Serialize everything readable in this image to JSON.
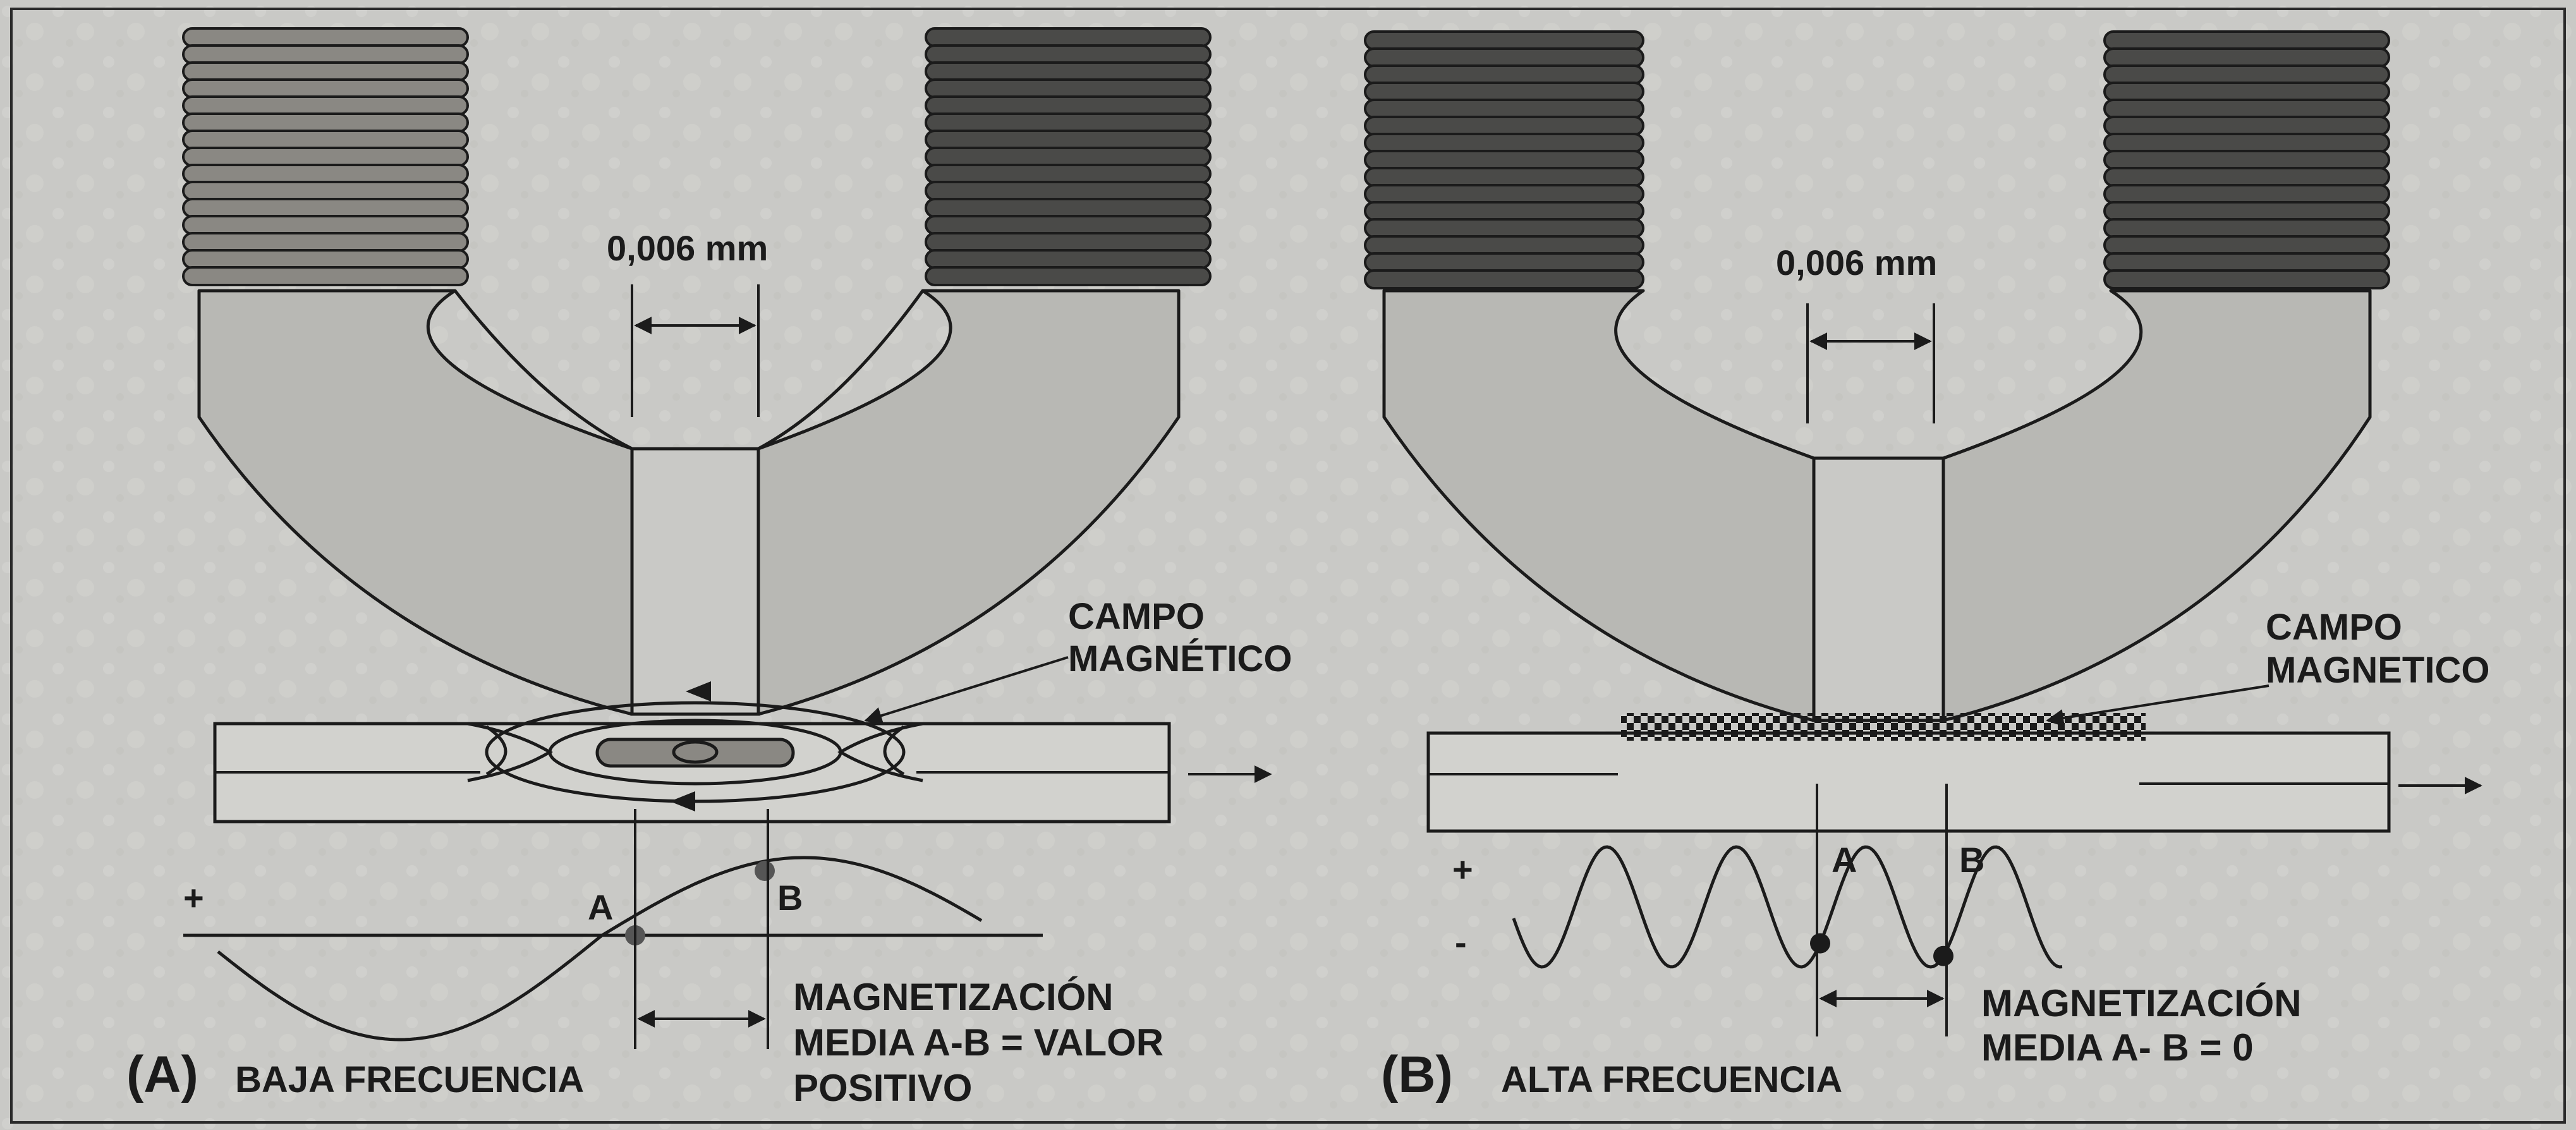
{
  "panels": [
    {
      "id": "A",
      "letter": "(A)",
      "caption": "BAJA FRECUENCIA",
      "gap": "0,006 mm",
      "field_label": [
        "CAMPO",
        "MAGNÉTICO"
      ],
      "point_a": "A",
      "point_b": "B",
      "plus": "+",
      "result": [
        "MAGNETIZACIÓN",
        "MEDIA A-B = VALOR",
        "POSITIVO"
      ]
    },
    {
      "id": "B",
      "letter": "(B)",
      "caption": "ALTA FRECUENCIA",
      "gap": "0,006 mm",
      "field_label": [
        "CAMPO",
        "MAGNETICO"
      ],
      "point_a": "A",
      "point_b": "B",
      "plus": "+",
      "minus": "-",
      "result": [
        "MAGNETIZACIÓN",
        "MEDIA A- B = 0"
      ]
    }
  ],
  "colors": {
    "background": "#c9c9c6",
    "head": "#b8b8b4",
    "coil_left_a": "#8a8883",
    "coil_dark": "#4a4a48",
    "ink": "#1b1b1b",
    "tape": "#d2d2ce"
  }
}
